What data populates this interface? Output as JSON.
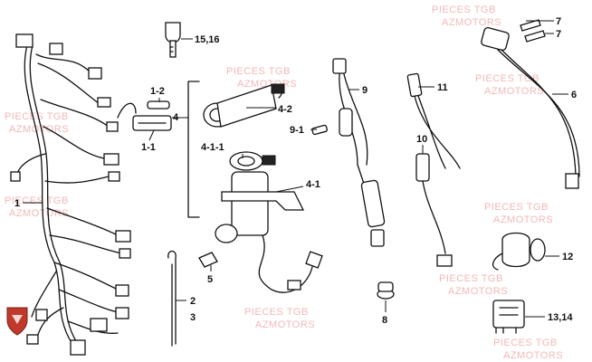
{
  "watermarks": [
    {
      "text": "PIECES TGB"
    },
    {
      "text": "AZMOTORS"
    },
    {
      "text": "PIECES TGB"
    },
    {
      "text": "AZMOTORS"
    },
    {
      "text": "PIECES TGB"
    },
    {
      "text": "AZMOTORS"
    },
    {
      "text": "PIECES TGB"
    },
    {
      "text": "AZMOTORS"
    },
    {
      "text": "PIECES TGB"
    },
    {
      "text": "AZMOTORS"
    },
    {
      "text": "PIECES TGB"
    },
    {
      "text": "AZMOTORS"
    },
    {
      "text": "PIECES TGB"
    },
    {
      "text": "AZMOTORS"
    },
    {
      "text": "PIECES TGB"
    },
    {
      "text": "AZMOTORS"
    },
    {
      "text": "PIECES TGB"
    },
    {
      "text": "AZMOTORS"
    }
  ],
  "callouts": {
    "c15_16": "15,16",
    "c1_2": "1-2",
    "c4": "4",
    "c4_2": "4-2",
    "c1_1": "1-1",
    "c4_1_1": "4-1-1",
    "c4_1": "4-1",
    "c1": "1",
    "c5": "5",
    "c2": "2",
    "c3": "3",
    "c9": "9",
    "c9_1": "9-1",
    "c11": "11",
    "c10": "10",
    "c8": "8",
    "c7a": "7",
    "c7b": "7",
    "c6": "6",
    "c12": "12",
    "c13_14": "13,14"
  },
  "colors": {
    "watermark": "#f0a0a0",
    "line": "#111111",
    "logo": "#c0392b"
  }
}
